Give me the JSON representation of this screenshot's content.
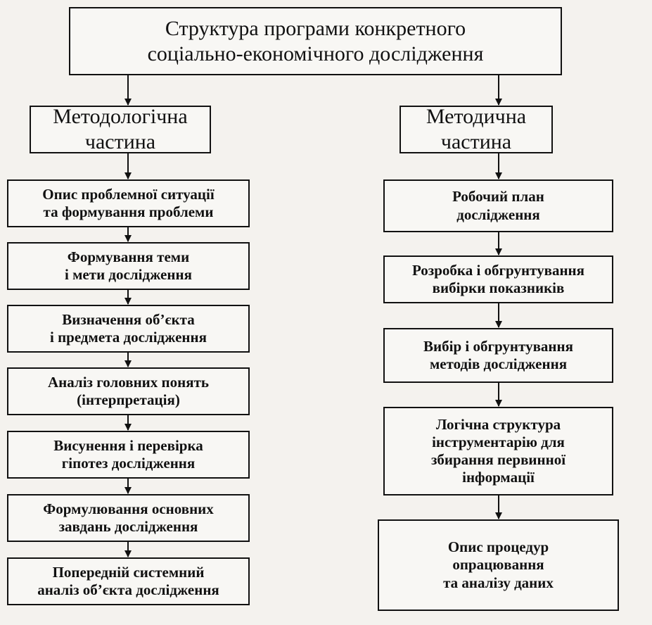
{
  "root": {
    "label": "Структура програми конкретного\nсоціально-економічного дослідження"
  },
  "methodological": {
    "label": "Методологічна\nчастина",
    "items": [
      "Опис проблемної ситуації\nта формування проблеми",
      "Формування теми\nі мети дослідження",
      "Визначення об’єкта\nі предмета дослідження",
      "Аналіз головних понять\n(інтерпретація)",
      "Висунення і перевірка\nгіпотез дослідження",
      "Формулювання основних\nзавдань дослідження",
      "Попередній системний\nаналіз об’єкта дослідження"
    ]
  },
  "methodical": {
    "label": "Методична\nчастина",
    "items": [
      "Робочий план\nдослідження",
      "Розробка і обгрунтування\nвибірки показників",
      "Вибір і обгрунтування\nметодів дослідження",
      "Логічна структура\nінструментарію для\nзбирання первинної\nінформації",
      "Опис процедур\nопрацювання\nта аналізу даних"
    ]
  }
}
